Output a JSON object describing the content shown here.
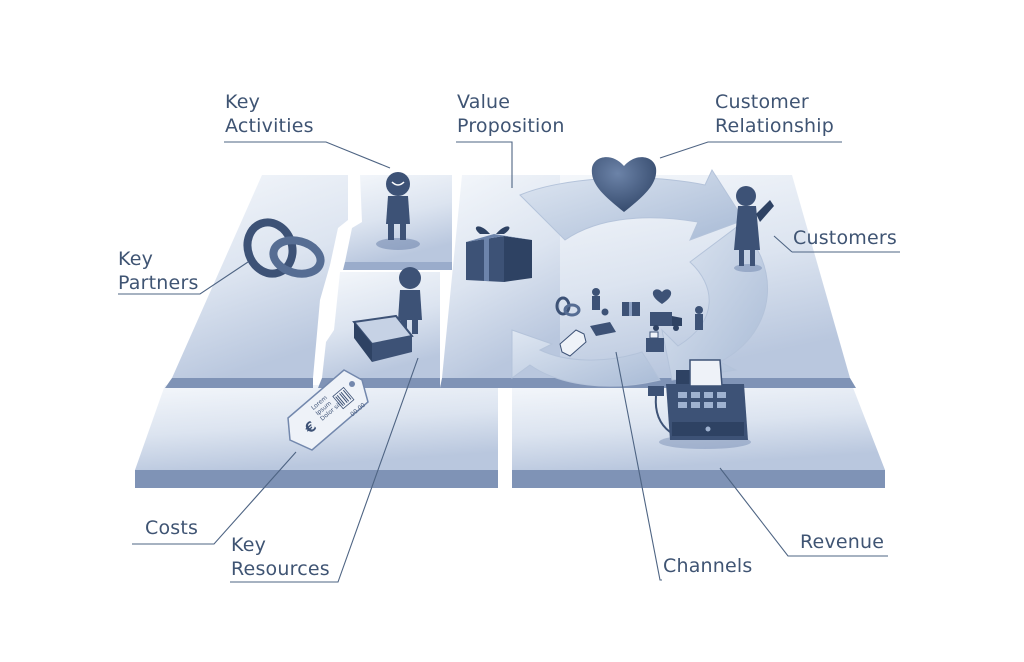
{
  "labels": {
    "key_activities": [
      "Key",
      "Activities"
    ],
    "value_proposition": [
      "Value",
      "Proposition"
    ],
    "customer_relationship": [
      "Customer",
      "Relationship"
    ],
    "key_partners": [
      "Key",
      "Partners"
    ],
    "customers": [
      "Customers"
    ],
    "costs": [
      "Costs"
    ],
    "key_resources": [
      "Key",
      "Resources"
    ],
    "channels": [
      "Channels"
    ],
    "revenue": [
      "Revenue"
    ]
  },
  "price_tag": {
    "currency_symbol": "€",
    "lines": [
      "Lorem",
      "Ipsum",
      "Dolor sit"
    ],
    "price": "00.00"
  },
  "colors": {
    "label_text": "#3f5473",
    "tile_light": "#eef2f8",
    "tile_mid": "#c4d0e3",
    "tile_side": "#9aaccb",
    "icon_ink": "#3d5276"
  },
  "icons": [
    "rings-icon",
    "person-icon",
    "gift-box-icon",
    "heart-icon",
    "customer-person-icon",
    "price-tag-icon",
    "cash-register-icon",
    "delivery-truck-icon",
    "cycle-arrow-icon"
  ]
}
